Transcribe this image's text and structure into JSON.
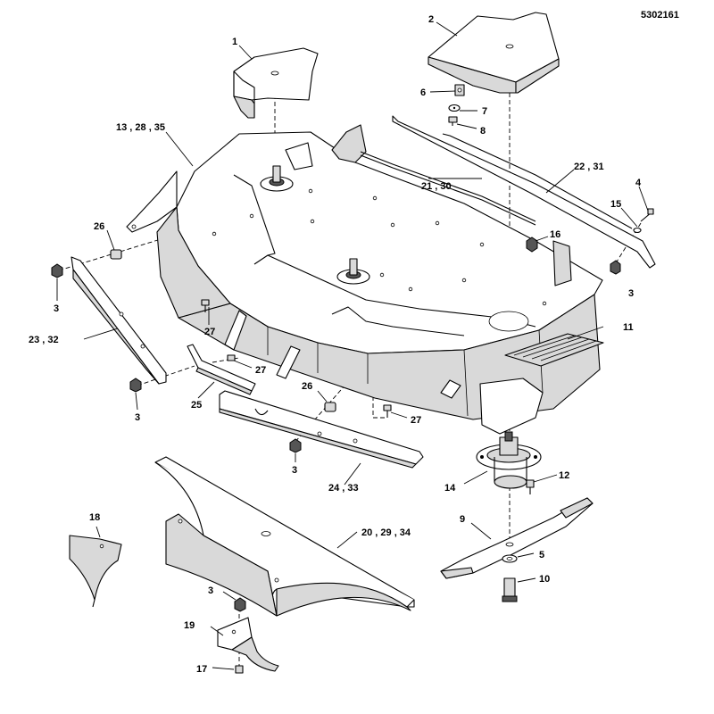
{
  "document_number": "5302161",
  "callouts": {
    "c1": "1",
    "c2": "2",
    "c6": "6",
    "c7": "7",
    "c8": "8",
    "c13_28_35": "13 , 28 , 35",
    "c22_31": "22 , 31",
    "c4": "4",
    "c21_30": "21 , 30",
    "c15": "15",
    "c26a": "26",
    "c16": "16",
    "c3a": "3",
    "c3b": "3",
    "c27a": "27",
    "c23_32": "23 , 32",
    "c11": "11",
    "c27b": "27",
    "c3c": "3",
    "c25": "25",
    "c26b": "26",
    "c27c": "27",
    "c3d": "3",
    "c24_33": "24 , 33",
    "c12": "12",
    "c14": "14",
    "c18": "18",
    "c9": "9",
    "c20_29_34": "20 , 29 , 34",
    "c5": "5",
    "c3e": "3",
    "c10": "10",
    "c19": "19",
    "c17": "17"
  }
}
